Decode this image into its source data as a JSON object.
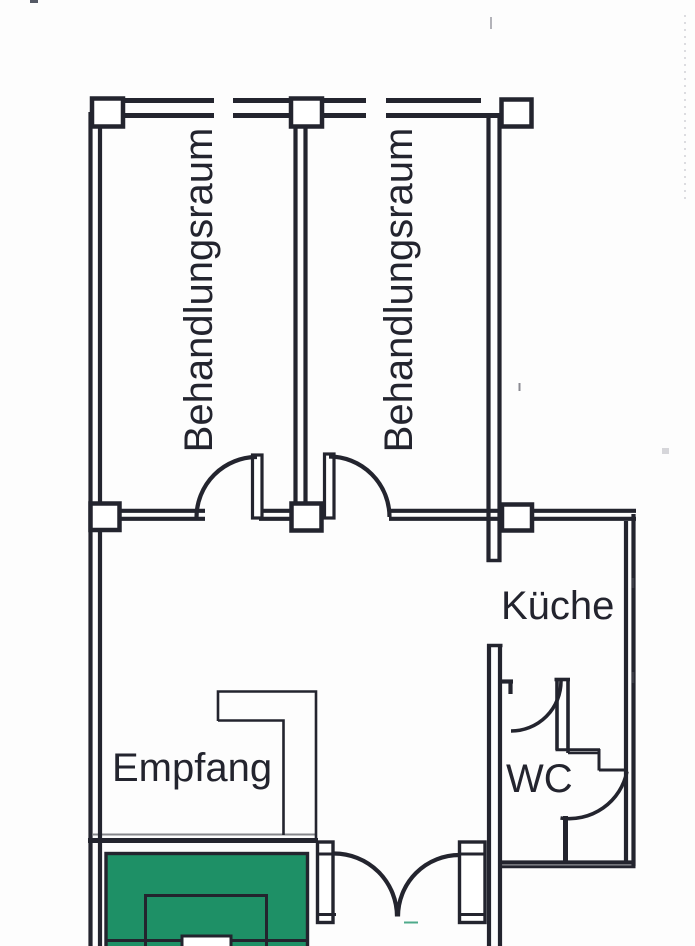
{
  "page": {
    "background": "#fdfdfd"
  },
  "plan": {
    "type": "floor-plan",
    "line_color": "#23242e",
    "labels": {
      "treatment_room_1": "Behandlungsraum",
      "treatment_room_2": "Behandlungsraum",
      "kitchen": "Küche",
      "reception": "Empfang",
      "wc": "WC"
    },
    "desk": {
      "fill": "#1e9066"
    }
  }
}
